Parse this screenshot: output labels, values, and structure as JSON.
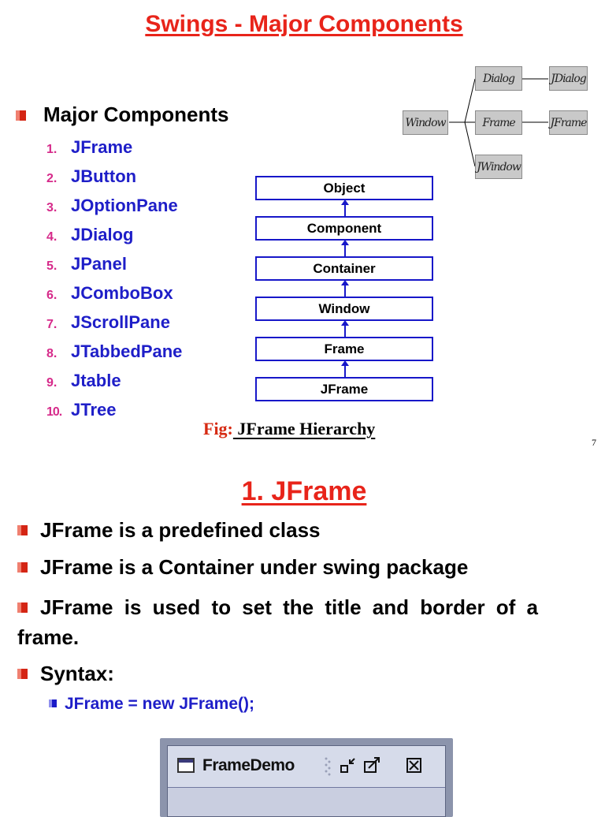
{
  "slide1": {
    "title": "Swings - Major Components",
    "heading": "Major Components",
    "items": [
      {
        "num": "1.",
        "label": "JFrame"
      },
      {
        "num": "2.",
        "label": "JButton"
      },
      {
        "num": "3.",
        "label": "JOptionPane"
      },
      {
        "num": "4.",
        "label": "JDialog"
      },
      {
        "num": "5.",
        "label": "JPanel"
      },
      {
        "num": "6.",
        "label": "JComboBox"
      },
      {
        "num": "7.",
        "label": "JScrollPane"
      },
      {
        "num": "8.",
        "label": "JTabbedPane"
      },
      {
        "num": "9.",
        "label": "Jtable"
      },
      {
        "num": "10.",
        "label": "JTree"
      }
    ],
    "hierarchy": [
      "Object",
      "Component",
      "Container",
      "Window",
      "Frame",
      "JFrame"
    ],
    "caption_label": "Fig:",
    "caption_text": " JFrame Hierarchy",
    "page_number": "7",
    "window_diagram": {
      "root": "Window",
      "children": [
        "Dialog",
        "Frame",
        "JWindow"
      ],
      "swing": [
        "JDialog",
        "JFrame"
      ]
    }
  },
  "slide2": {
    "title": "1. JFrame",
    "points": [
      "JFrame is a predefined class",
      "JFrame is a Container under swing package",
      "JFrame is used to set the title and border of a frame.",
      "Syntax:"
    ],
    "syntax": "JFrame = new JFrame();",
    "demo_window": {
      "title": "FrameDemo",
      "buttons": [
        "minimize-icon",
        "maximize-icon",
        "close-icon"
      ]
    }
  }
}
